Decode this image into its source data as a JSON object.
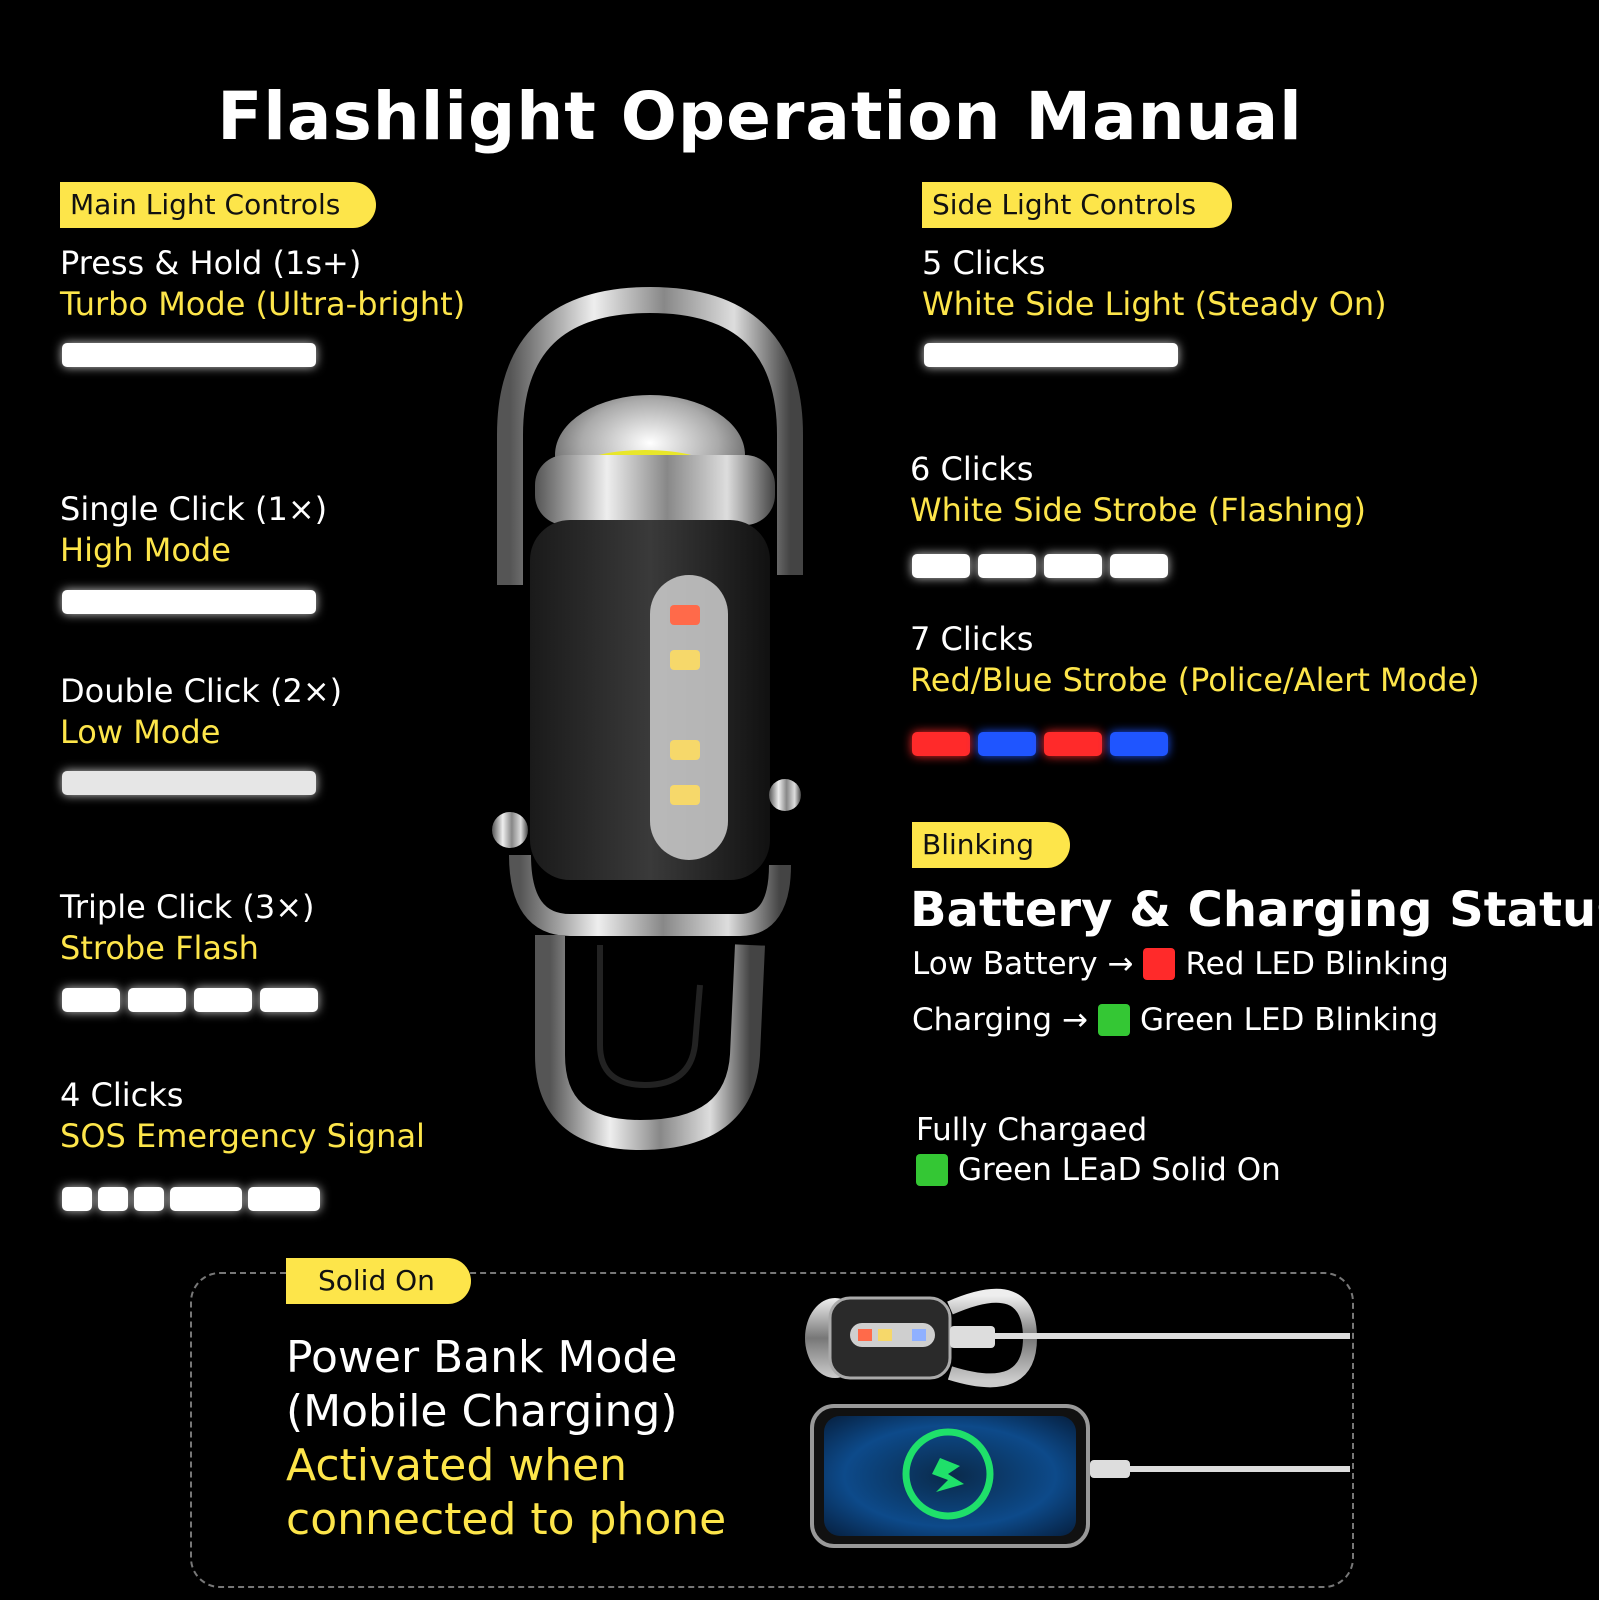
{
  "title": "Flashlight Operation Manual",
  "main": {
    "header": "Main Light Controls",
    "items": [
      {
        "action": "Press & Hold (1s+)",
        "mode": "Turbo Mode (Ultra-bright)"
      },
      {
        "action": "Single Click (1×)",
        "mode": "High Mode"
      },
      {
        "action": "Double Click (2×)",
        "mode": "Low Mode"
      },
      {
        "action": "Triple Click (3×)",
        "mode": "Strobe Flash"
      },
      {
        "action": "4 Clicks",
        "mode": "SOS Emergency Signal"
      }
    ]
  },
  "side": {
    "header": "Side Light Controls",
    "items": [
      {
        "action": "5 Clicks",
        "mode": "White Side Light (Steady On)"
      },
      {
        "action": "6 Clicks",
        "mode": "White Side Strobe (Flashing)"
      },
      {
        "action": "7 Clicks",
        "mode": "Red/Blue Strobe (Police/Alert Mode)"
      }
    ]
  },
  "battery": {
    "pill": "Blinking",
    "heading": "Battery & Charging Status",
    "low_label": "Low Battery →",
    "low_value": "Red LED Blinking",
    "charging_label": "Charging →",
    "charging_value": "Green LED Blinking",
    "full_label": "Fully Chargaed",
    "full_value": "Green LEaD Solid On"
  },
  "powerbank": {
    "pill": "Solid On",
    "line1": "Power Bank Mode",
    "line2": "(Mobile Charging)",
    "line3": "Activated when",
    "line4": "connected to phone"
  },
  "colors": {
    "accent": "#fde54a",
    "red": "#ff2a2a",
    "blue": "#1f55ff",
    "green": "#34c734"
  }
}
